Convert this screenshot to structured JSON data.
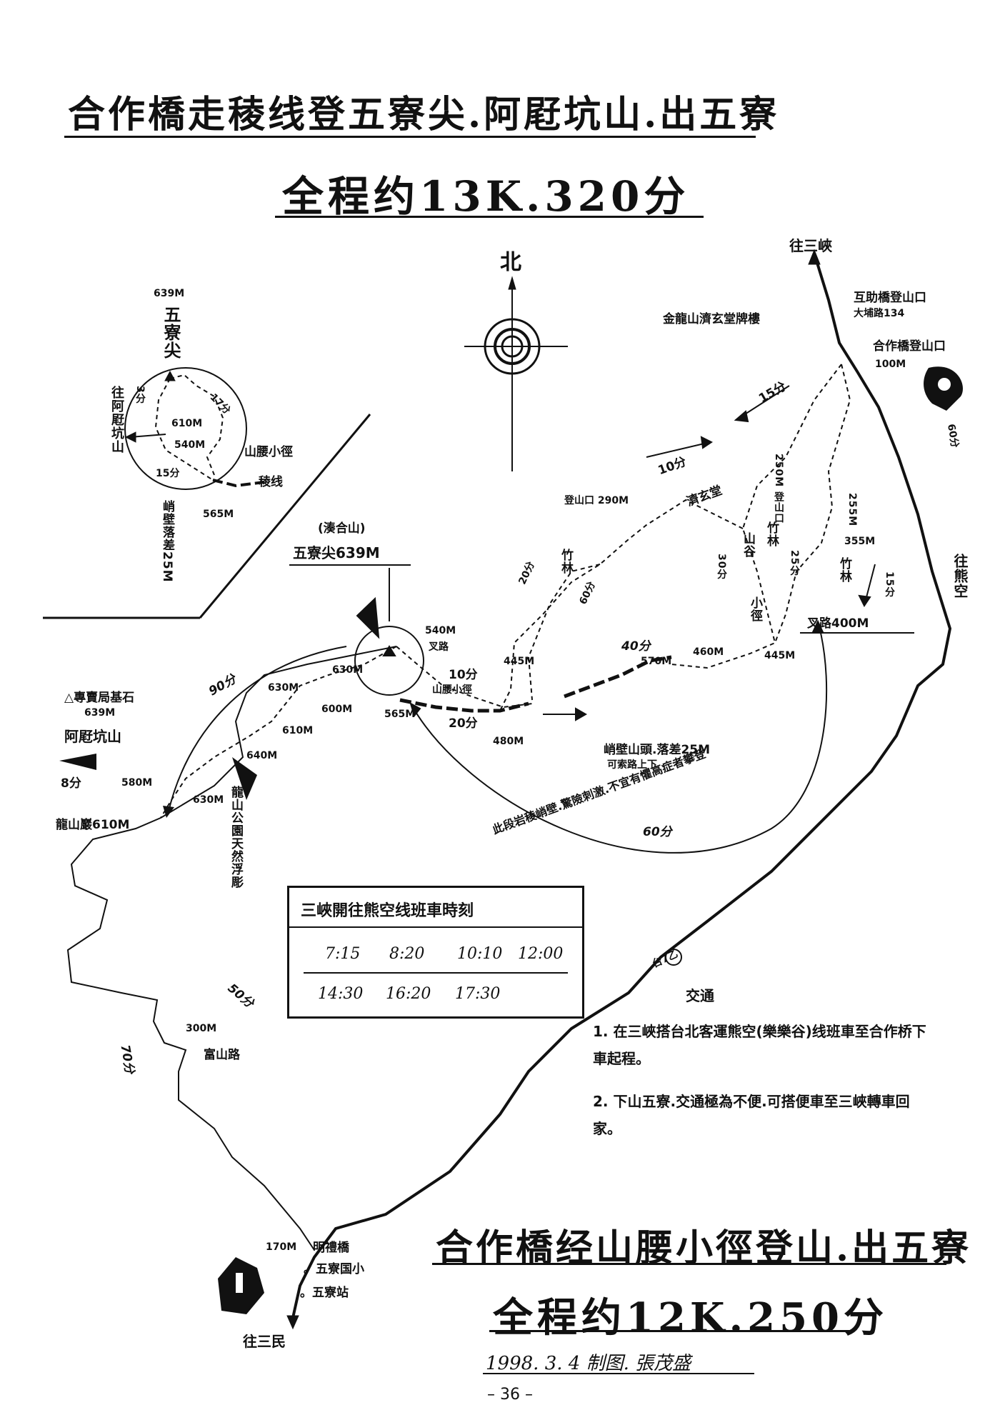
{
  "titles": {
    "route1": "合作橋走稜线登五寮尖.阿屘坑山.出五寮",
    "route1_total": "全程约13K.320分",
    "route2": "合作橋经山腰小徑登山.出五寮",
    "route2_total": "全程约12K.250分"
  },
  "credit": "1998. 3. 4 制图. 張茂盛",
  "page_number": "– 36 –",
  "compass": {
    "north": "北"
  },
  "inset": {
    "elev_peak": "639M",
    "peak_name": "五寮尖",
    "to_a": "往阿屘坑山",
    "to_cliff": "峭壁落差25M",
    "t3": "3分",
    "t17": "17分",
    "t15": "15分",
    "e610": "610M",
    "e540": "540M",
    "e565": "565M",
    "waist": "山腰小徑",
    "ridge": "稜线"
  },
  "labels": {
    "to_sanxia": "往三峽",
    "to_xiongkong": "往熊空",
    "to_sanmin": "往三民",
    "jinlong": "金龍山濟玄堂牌樓",
    "huzhu": "互助橋登山口",
    "dapu": "大埔路134",
    "hezuo": "合作橋登山口",
    "m100": "100M",
    "m60": "60分",
    "t15a": "15分",
    "t10": "10分",
    "dengshankou290": "登山口 290M",
    "jixuantang": "濟玄堂",
    "dengshankou250": "250M 登山口",
    "m255": "255M",
    "m355": "355M",
    "bamboo1": "竹林",
    "bamboo2": "竹林",
    "bamboo3": "竹林",
    "valley": "山谷",
    "path": "小徑",
    "t25": "25分",
    "t30": "30分",
    "t20a": "20分",
    "t60b": "60分",
    "t15b": "15分",
    "fork400": "叉路400M",
    "wuliaojian_title": "(湊合山)",
    "wuliaojian": "五寮尖639M",
    "m540": "540M",
    "fork": "叉路",
    "m445": "445M",
    "t10b": "10分",
    "waist_path": "山腰小徑",
    "m565": "565M",
    "t20b": "20分",
    "m480": "480M",
    "cliff": "峭壁山頭.落差25M",
    "rope": "可索路上下",
    "t40": "40分",
    "m570": "570M",
    "m460": "460M",
    "m445b": "445M",
    "warning": "此段岩稜峭壁.驚險刺激.不宜有懼高症者攀登",
    "t60c": "60分",
    "t90": "90分",
    "m630a": "630M",
    "m630b": "630M",
    "m600": "600M",
    "m610": "610M",
    "m640": "640M",
    "m580": "580M",
    "m630c": "630M",
    "stone": "△專賣局基石",
    "stone_elev": "639M",
    "apingkeng": "阿屘坑山",
    "t8": "8分",
    "longshan_yan": "龍山巖610M",
    "longshan_park": "龍山公園天然浮彫",
    "t50": "50分",
    "m300": "300M",
    "fushan": "富山路",
    "t70": "70分",
    "m170": "170M",
    "mingli": "明禮橋",
    "school": "。五寮国小",
    "station": "。五寮站",
    "road_num": "台7乙"
  },
  "bus": {
    "title": "三峽開往熊空线班車時刻",
    "row1": [
      "7:15",
      "8:20",
      "10:10",
      "12:00"
    ],
    "row2": [
      "14:30",
      "16:20",
      "17:30"
    ]
  },
  "traffic": {
    "heading": "交通",
    "note1": "1. 在三峽搭台北客運熊空(樂樂谷)线班車至合作桥下車起程。",
    "note2": "2. 下山五寮.交通極為不便.可搭便車至三峽轉車回家。"
  }
}
